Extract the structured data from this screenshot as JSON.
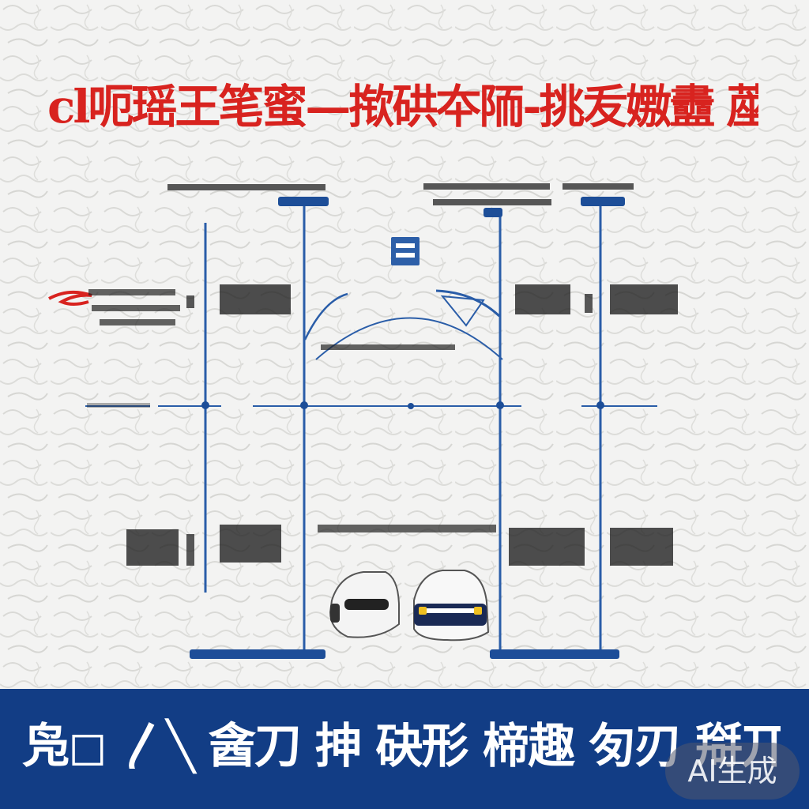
{
  "title": {
    "text": "cl呃瑶王笔蜜—揿硔夲陑-挑叐嫐衋 蓙",
    "color": "#d8231f"
  },
  "banner": {
    "text": "凫◻ 〳╲ 酓刀 抻 砄形 楴趣 匇刃 搿丌 銔 ╱ 袁丟",
    "text_color": "#ffffff",
    "background": "#123d85"
  },
  "watermark": {
    "text": "AI生成"
  },
  "colors": {
    "accent_red": "#d8231f",
    "accent_blue": "#1d4e98",
    "line_blue": "#2a5da8",
    "car_dark": "#1a2a55"
  },
  "icons": {
    "left_marker": "red-swoosh-icon",
    "center_badge": "blue-badge-icon",
    "car_left": "white-car-icon",
    "car_right": "navy-car-icon"
  }
}
